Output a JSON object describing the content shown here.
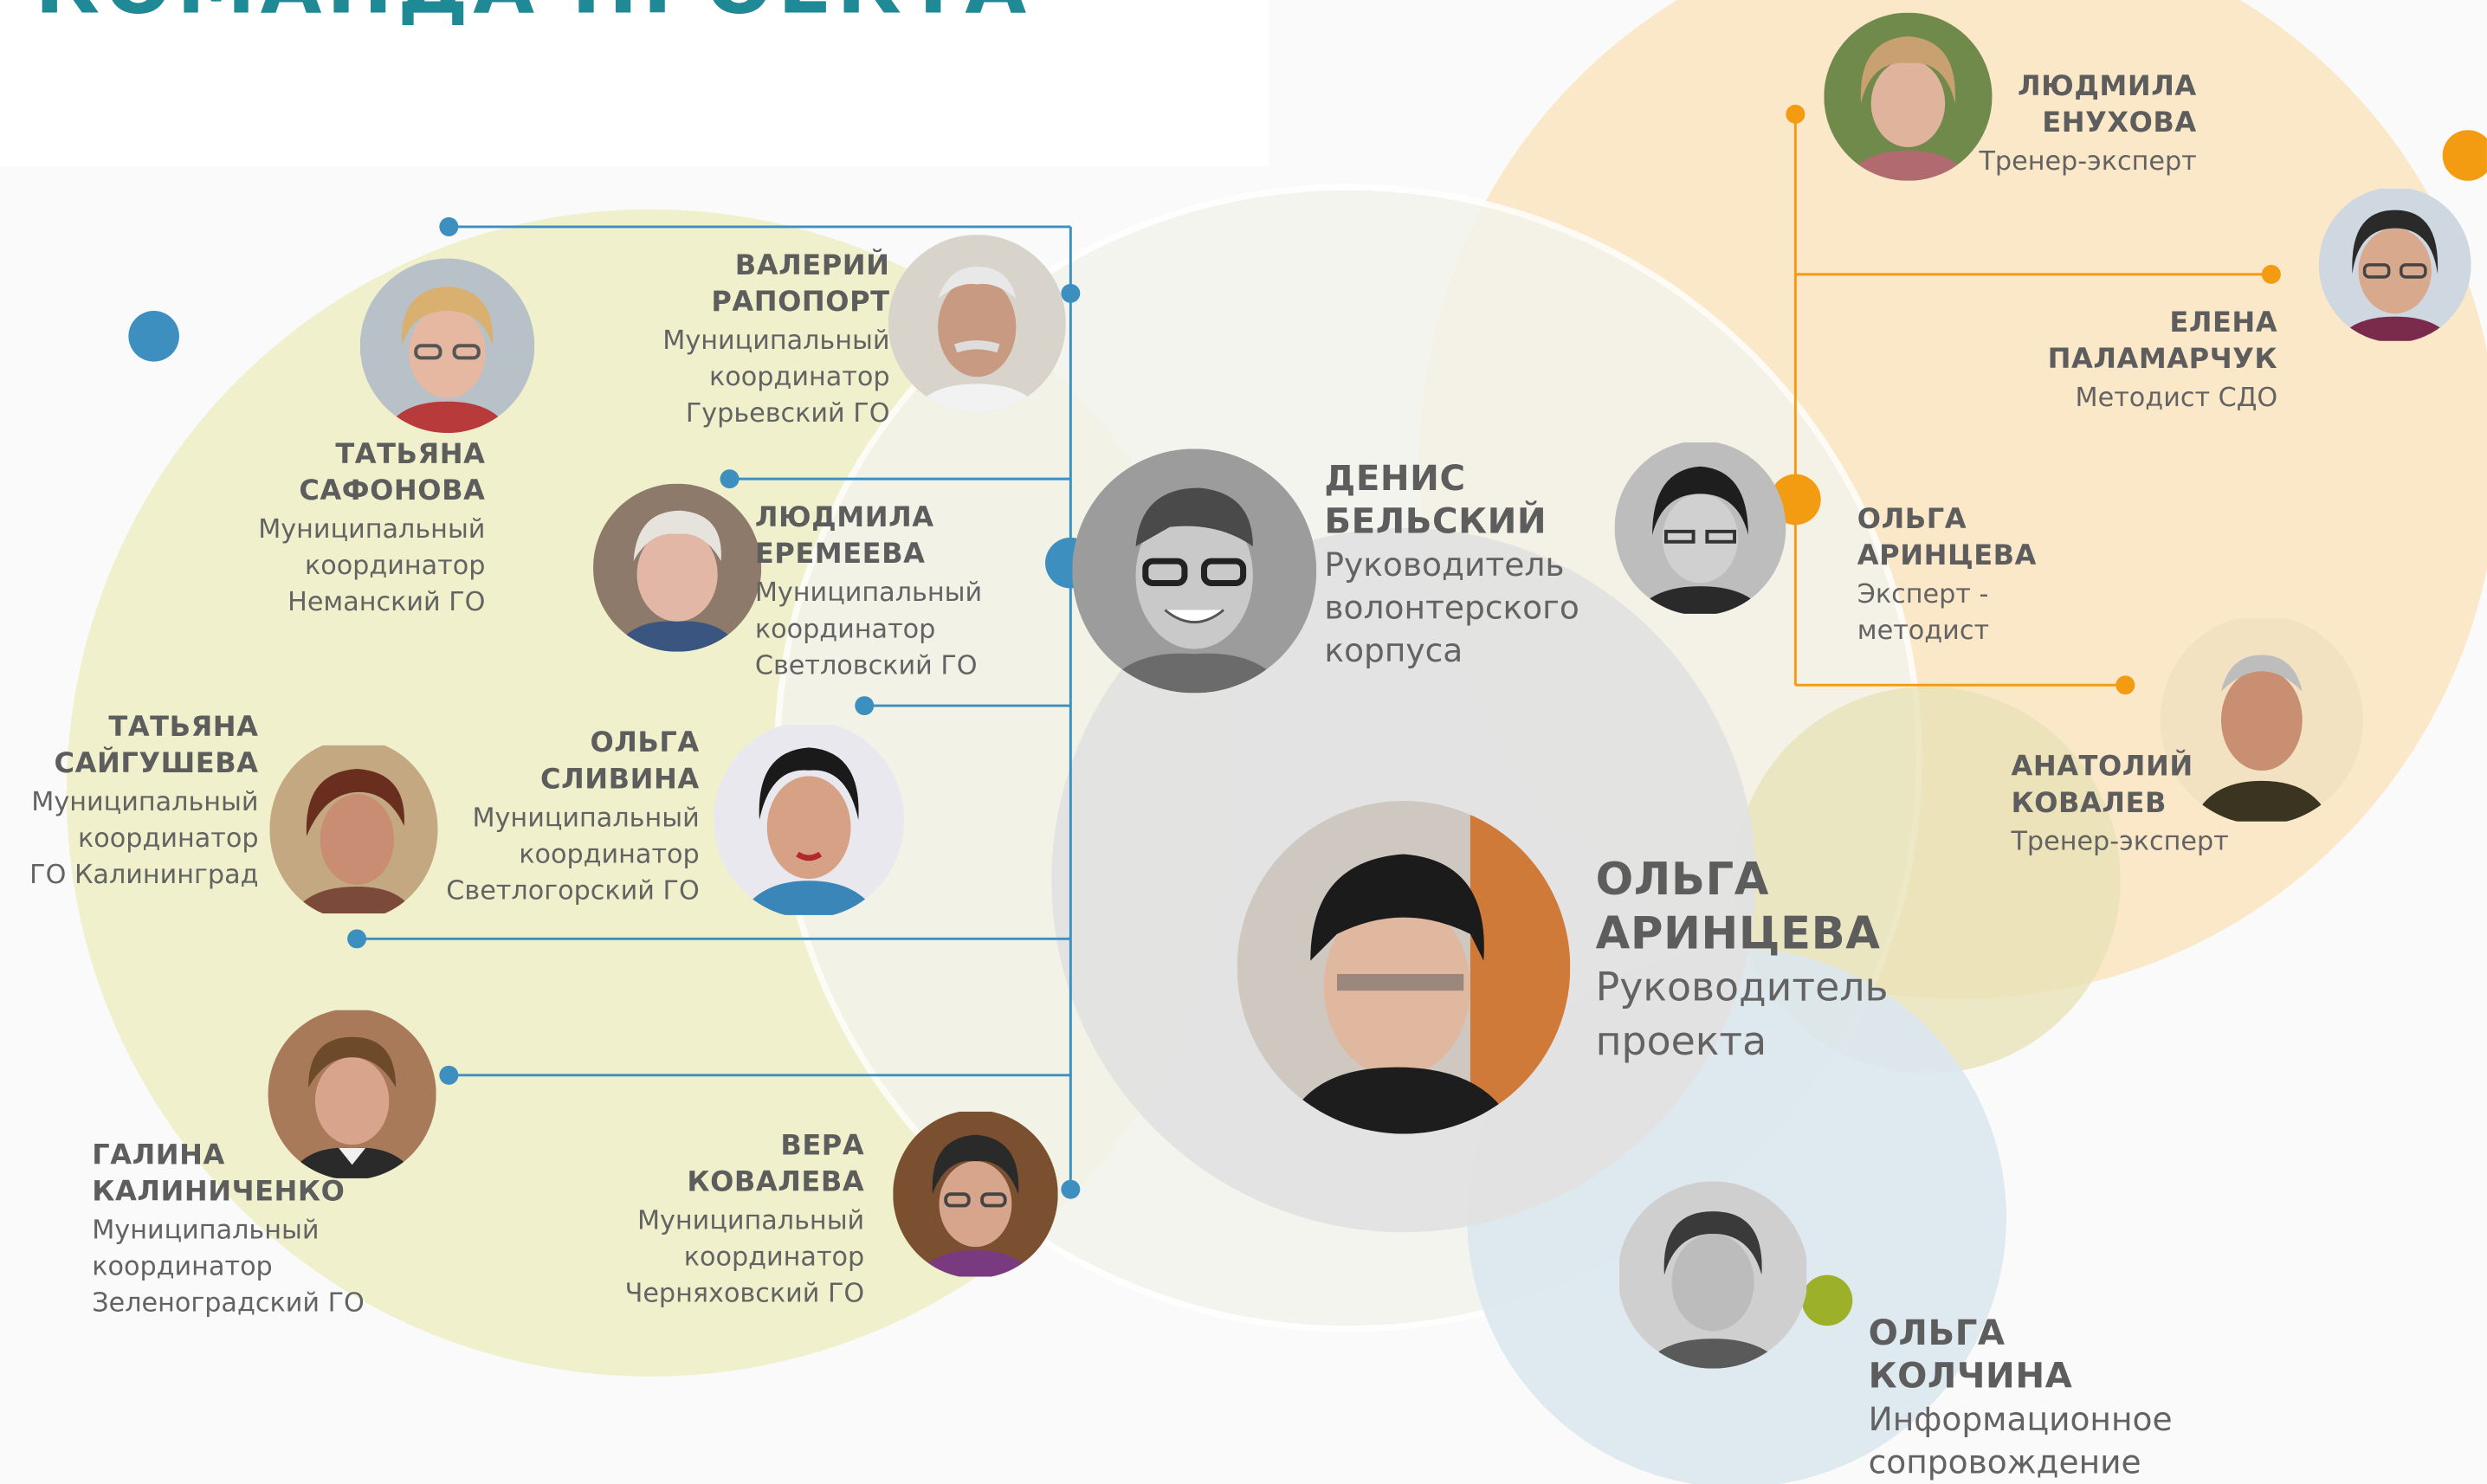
{
  "title": "КОМАНДА ПРОЕКТА",
  "colors": {
    "blue": "#3d8fbf",
    "orange": "#f39c12",
    "green": "#9cb02a",
    "yellow_bg": "#eef0c9",
    "orange_bg": "#f9e6c3",
    "grey_bg": "#e3e3e3",
    "blue_bg": "#d9e6ee"
  },
  "people": {
    "lead": {
      "name": [
        "ОЛЬГА",
        "АРИНЦЕВА"
      ],
      "role": [
        "Руководитель",
        "проекта"
      ]
    },
    "volunteer_head": {
      "name": [
        "ДЕНИС",
        "БЕЛЬСКИЙ"
      ],
      "role": [
        "Руководитель",
        "волонтерского",
        "корпуса"
      ]
    },
    "rapoport": {
      "name": [
        "ВАЛЕРИЙ",
        "РАПОПОРТ"
      ],
      "role": [
        "Муниципальный",
        "координатор",
        "Гурьевский ГО"
      ]
    },
    "safonova": {
      "name": [
        "ТАТЬЯНА",
        "САФОНОВА"
      ],
      "role": [
        "Муниципальный",
        "координатор",
        "Неманский ГО"
      ]
    },
    "eremeeva": {
      "name": [
        "ЛЮДМИЛА",
        "ЕРЕМЕЕВА"
      ],
      "role": [
        "Муниципальный",
        "координатор",
        "Светловский ГО"
      ]
    },
    "saygusheva": {
      "name": [
        "ТАТЬЯНА",
        "САЙГУШЕВА"
      ],
      "role": [
        "Муниципальный",
        "координатор",
        "ГО Калининград"
      ]
    },
    "slivina": {
      "name": [
        "ОЛЬГА",
        "СЛИВИНА"
      ],
      "role": [
        "Муниципальный",
        "координатор",
        "Светлогорский ГО"
      ]
    },
    "kalinichenko": {
      "name": [
        "ГАЛИНА",
        "КАЛИНИЧЕНКО"
      ],
      "role": [
        "Муниципальный",
        "координатор",
        "Зеленоградский ГО"
      ]
    },
    "kovaleva": {
      "name": [
        "ВЕРА",
        "КОВАЛЕВА"
      ],
      "role": [
        "Муниципальный",
        "координатор",
        "Черняховский ГО"
      ]
    },
    "enuhova": {
      "name": [
        "ЛЮДМИЛА",
        "ЕНУХОВА"
      ],
      "role": [
        "Тренер-эксперт"
      ]
    },
    "palamarchuk": {
      "name": [
        "ЕЛЕНА",
        "ПАЛАМАРЧУК"
      ],
      "role": [
        "Методист СДО"
      ]
    },
    "arintseva_expert": {
      "name": [
        "ОЛЬГА",
        "АРИНЦЕВА"
      ],
      "role": [
        "Эксперт -",
        "методист"
      ]
    },
    "kovalev": {
      "name": [
        "АНАТОЛИЙ",
        "КОВАЛЕВ"
      ],
      "role": [
        "Тренер-эксперт"
      ]
    },
    "kolchina": {
      "name": [
        "ОЛЬГА",
        "КОЛЧИНА"
      ],
      "role": [
        "Информационное",
        "сопровождение"
      ]
    }
  }
}
